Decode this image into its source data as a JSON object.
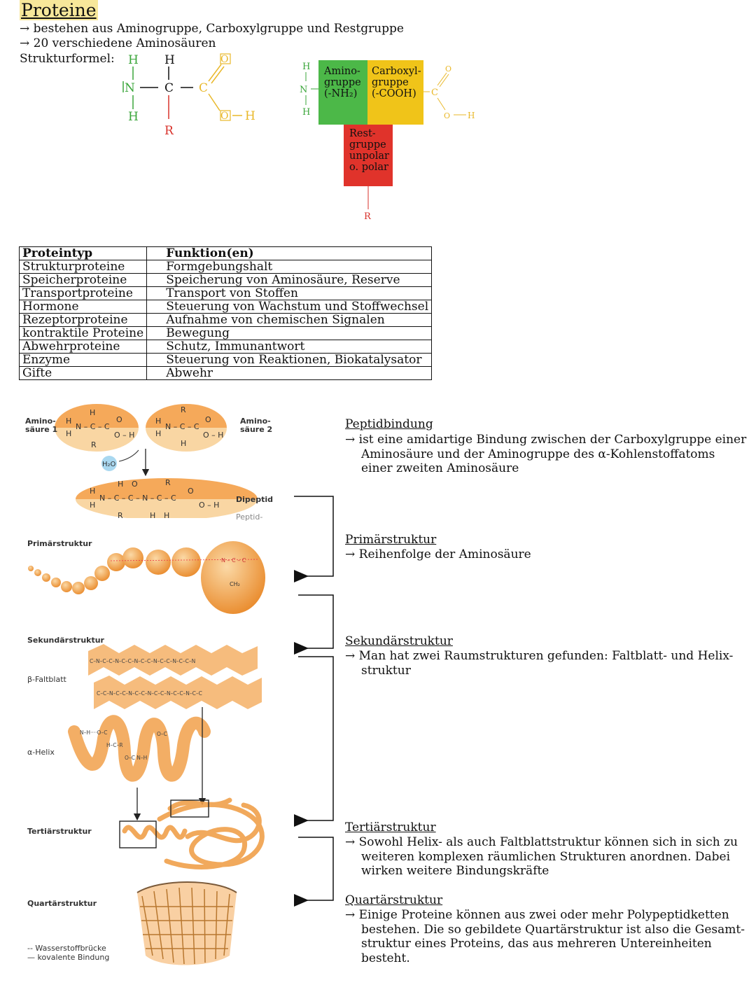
{
  "header": {
    "title": "Proteine",
    "line1": "→ bestehen aus Aminogruppe, Carboxylgruppe und Restgruppe",
    "line2": "→ 20 verschiedene Aminosäuren",
    "line3": "Strukturformel:"
  },
  "formula": {
    "h": "H",
    "n": "N",
    "c": "C",
    "o_double": "O",
    "oh_o": "O",
    "r": "R"
  },
  "schema": {
    "amino_label": "Amino-\ngruppe\n(-NH₂)",
    "carboxyl_label": "Carboxyl-\ngruppe\n(-COOH)",
    "rest_label": "Rest-\ngruppe\nunpolar\no. polar",
    "colors": {
      "amino": "#4cb848",
      "carboxyl": "#f0c419",
      "rest": "#e0332b"
    }
  },
  "table": {
    "headers": [
      "Proteintyp",
      "Funktion(en)"
    ],
    "rows": [
      [
        "Strukturproteine",
        "Formgebungshalt"
      ],
      [
        "Speicherproteine",
        "Speicherung von Aminosäure, Reserve"
      ],
      [
        "Transportproteine",
        "Transport von Stoffen"
      ],
      [
        "Hormone",
        "Steuerung von Wachstum und Stoffwechsel"
      ],
      [
        "Rezeptorproteine",
        "Aufnahme von chemischen Signalen"
      ],
      [
        "kontraktile Proteine",
        "Bewegung"
      ],
      [
        "Abwehrproteine",
        "Schutz, Immunantwort"
      ],
      [
        "Enzyme",
        "Steuerung von Reaktionen, Biokatalysator"
      ],
      [
        "Gifte",
        "Abwehr"
      ]
    ]
  },
  "figure": {
    "amino1": "Amino-\nsäure 1",
    "amino2": "Amino-\nsäure 2",
    "water": "H₂O",
    "dipeptid": "Dipeptid",
    "peptid_cut": "Peptid-",
    "primaer": "Primärstruktur",
    "sekundaer": "Sekundärstruktur",
    "faltblatt": "β-Faltblatt",
    "helix": "α-Helix",
    "tertiaer": "Tertiärstruktur",
    "quartaer": "Quartärstruktur",
    "legend1": "-- Wasserstoffbrücke",
    "legend2": "— kovalente Bindung",
    "colors": {
      "orange": "#f0a04b",
      "light": "#f8cf92",
      "dark": "#d9701e"
    }
  },
  "sections": [
    {
      "heading": "Peptidbindung",
      "text": "→ ist eine amidartige Bindung zwischen der Carboxylgruppe einer Aminosäure und der Aminogruppe des α-Kohlenstoffatoms einer zweiten Aminosäure"
    },
    {
      "heading": "Primärstruktur",
      "text": "→ Reihenfolge der Aminosäure"
    },
    {
      "heading": "Sekundärstruktur",
      "text": "→ Man hat zwei Raumstrukturen gefunden: Faltblatt- und Helix-struktur"
    },
    {
      "heading": "Tertiärstruktur",
      "text": "→ Sowohl Helix- als auch Faltblattstruktur können sich in sich zu weiteren komplexen räumlichen Strukturen anordnen. Dabei wirken weitere Bindungskräfte"
    },
    {
      "heading": "Quartärstruktur",
      "text": "→ Einige Proteine können aus zwei oder mehr Polypeptidketten bestehen. Die so gebildete Quartärstruktur ist also die Gesamt-struktur eines Proteins, das aus mehreren Untereinheiten besteht."
    }
  ]
}
